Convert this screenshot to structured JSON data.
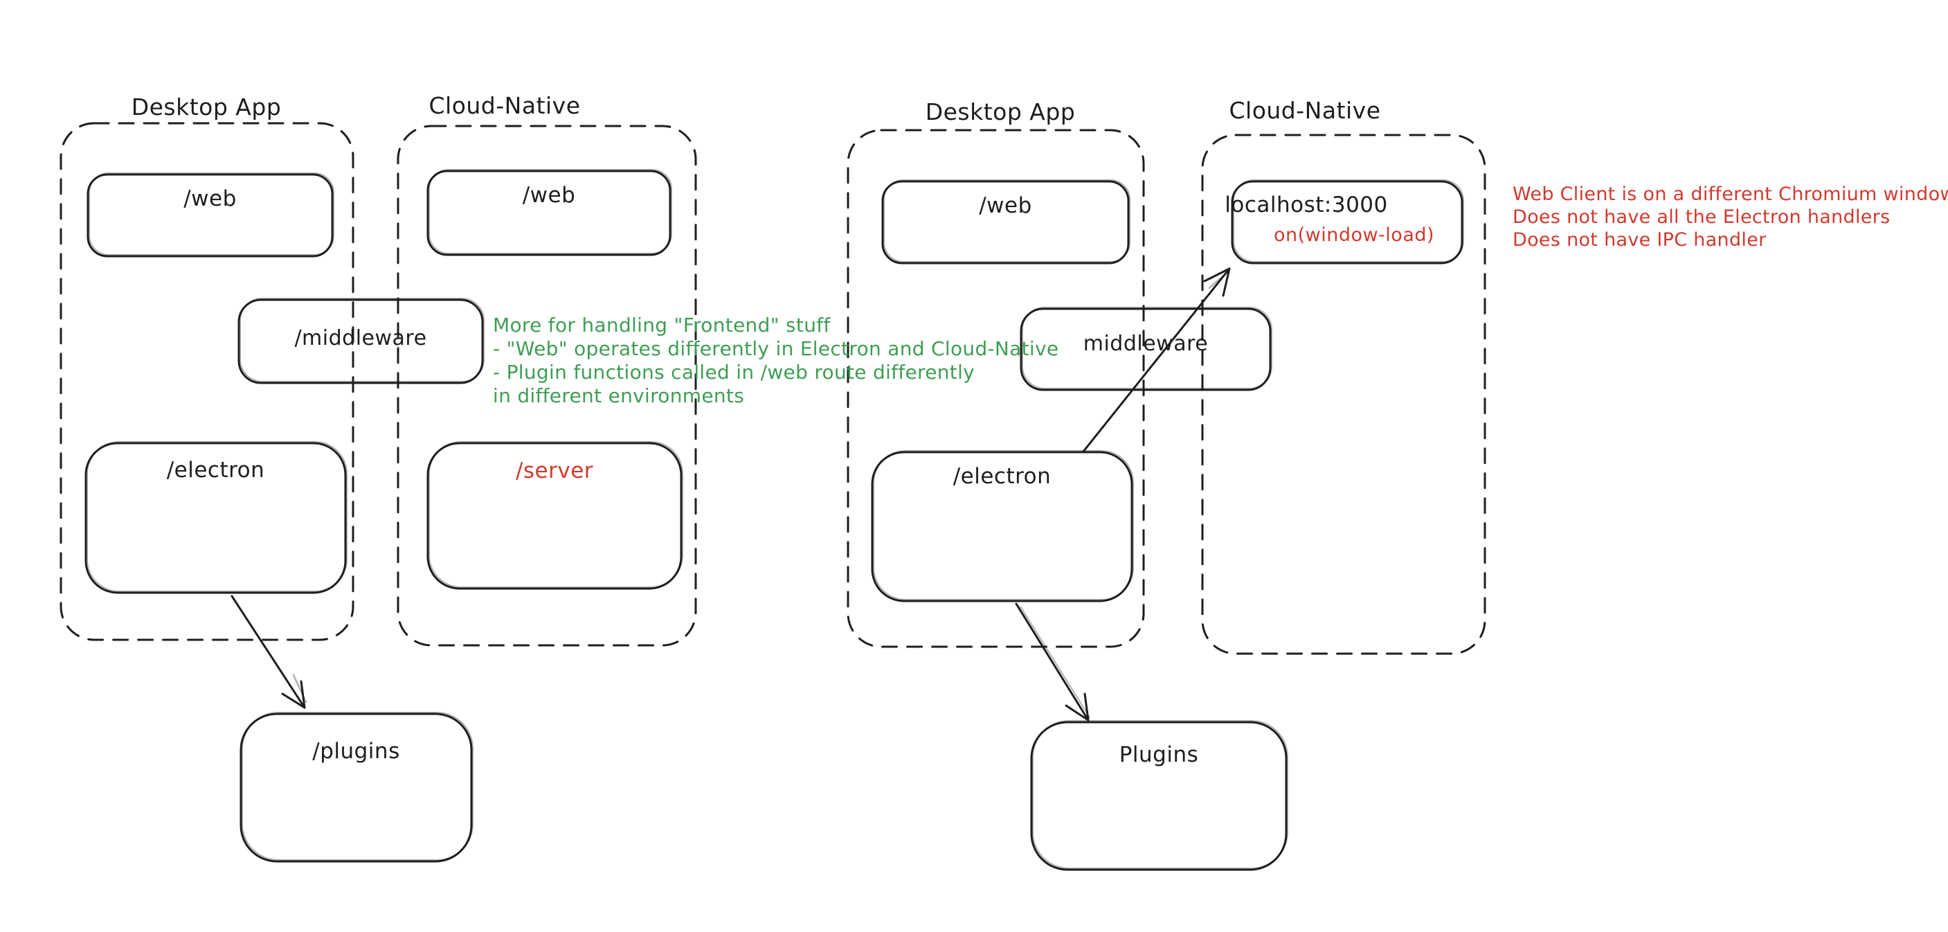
{
  "colors": {
    "ink": "#1e1e1e",
    "green": "#3f9e54",
    "red": "#d03a2e",
    "bg": "#ffffff"
  },
  "left": {
    "desktop": {
      "label": "Desktop App",
      "web": "/web",
      "electron": "/electron"
    },
    "cloud": {
      "label": "Cloud-Native",
      "web": "/web",
      "server": "/server"
    },
    "middleware": "/middleware",
    "plugins": "/plugins",
    "note": {
      "lines": [
        "More for handling \"Frontend\" stuff",
        "- \"Web\" operates differently in Electron and Cloud-Native",
        "- Plugin functions called in /web route differently",
        "in different environments"
      ]
    }
  },
  "right": {
    "desktop": {
      "label": "Desktop App",
      "web": "/web",
      "electron": "/electron"
    },
    "cloud": {
      "label": "Cloud-Native",
      "localhost": "localhost:3000",
      "on_window_load": "on(window-load)"
    },
    "middleware": "middleware",
    "plugins": "Plugins",
    "note": {
      "lines": [
        "Web Client is on a different Chromium window",
        "Does not have all the Electron handlers",
        "Does not have IPC handler"
      ]
    }
  }
}
